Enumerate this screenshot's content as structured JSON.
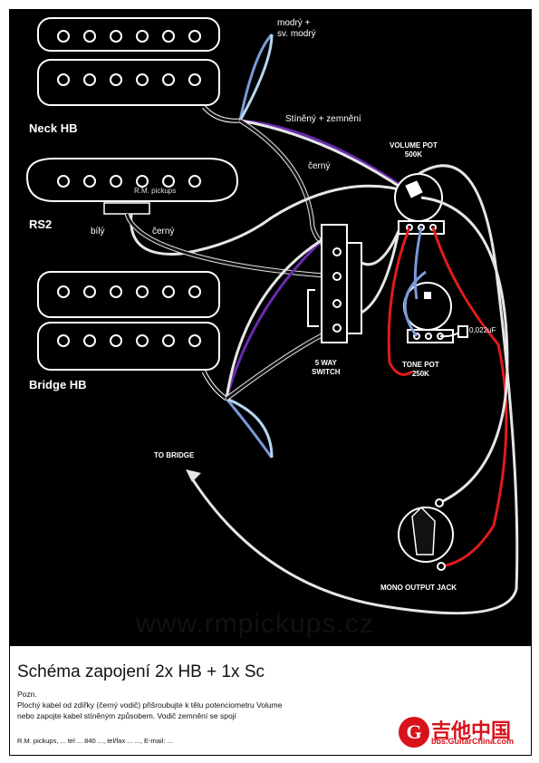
{
  "labels": {
    "neck_hb": "Neck HB",
    "rs2": "RS2",
    "bridge_hb": "Bridge HB",
    "neck_twin_wires": "modrý +\nsv. modrý",
    "shield": "Stíněný + zemnění",
    "cerny": "černý",
    "bily": "bílý",
    "cerny2": "černý",
    "volume_pot": "VOLUME POT\n500K",
    "tone_pot": "TONE POT\n250K",
    "cap": "0,022uF",
    "switch": "5 WAY\nSWITCH",
    "to_bridge": "TO BRIDGE",
    "jack": "MONO OUTPUT JACK",
    "rm_logo": "R.M. pickups"
  },
  "website": "www.rmpickups.cz",
  "footer": {
    "title": "Schéma zapojení 2x HB + 1x Sc",
    "note_heading": "Pozn.",
    "note_line1": "Plochý kabel od zdířky (černý vodič) přišroubujte k tělu potenciometru Volume",
    "note_line2": "nebo zapojte kabel stíněným způsobem. Vodič zemnění se spojí",
    "contact": "R.M. pickups, ... tel ... 840 ..., tel/fax ... ..., E-mail: ...",
    "brand_cn": "吉他中国",
    "brand_url": "bbs.GuitarChina.com"
  },
  "colors": {
    "background": "#000000",
    "wire_white": "#e6e6e6",
    "wire_purple": "#6a2bb0",
    "wire_blue": "#7a9ad8",
    "wire_lightblue": "#b6d6ef",
    "wire_red": "#e11b1b",
    "wire_black": "#141414",
    "brand_red": "#d8121b"
  }
}
